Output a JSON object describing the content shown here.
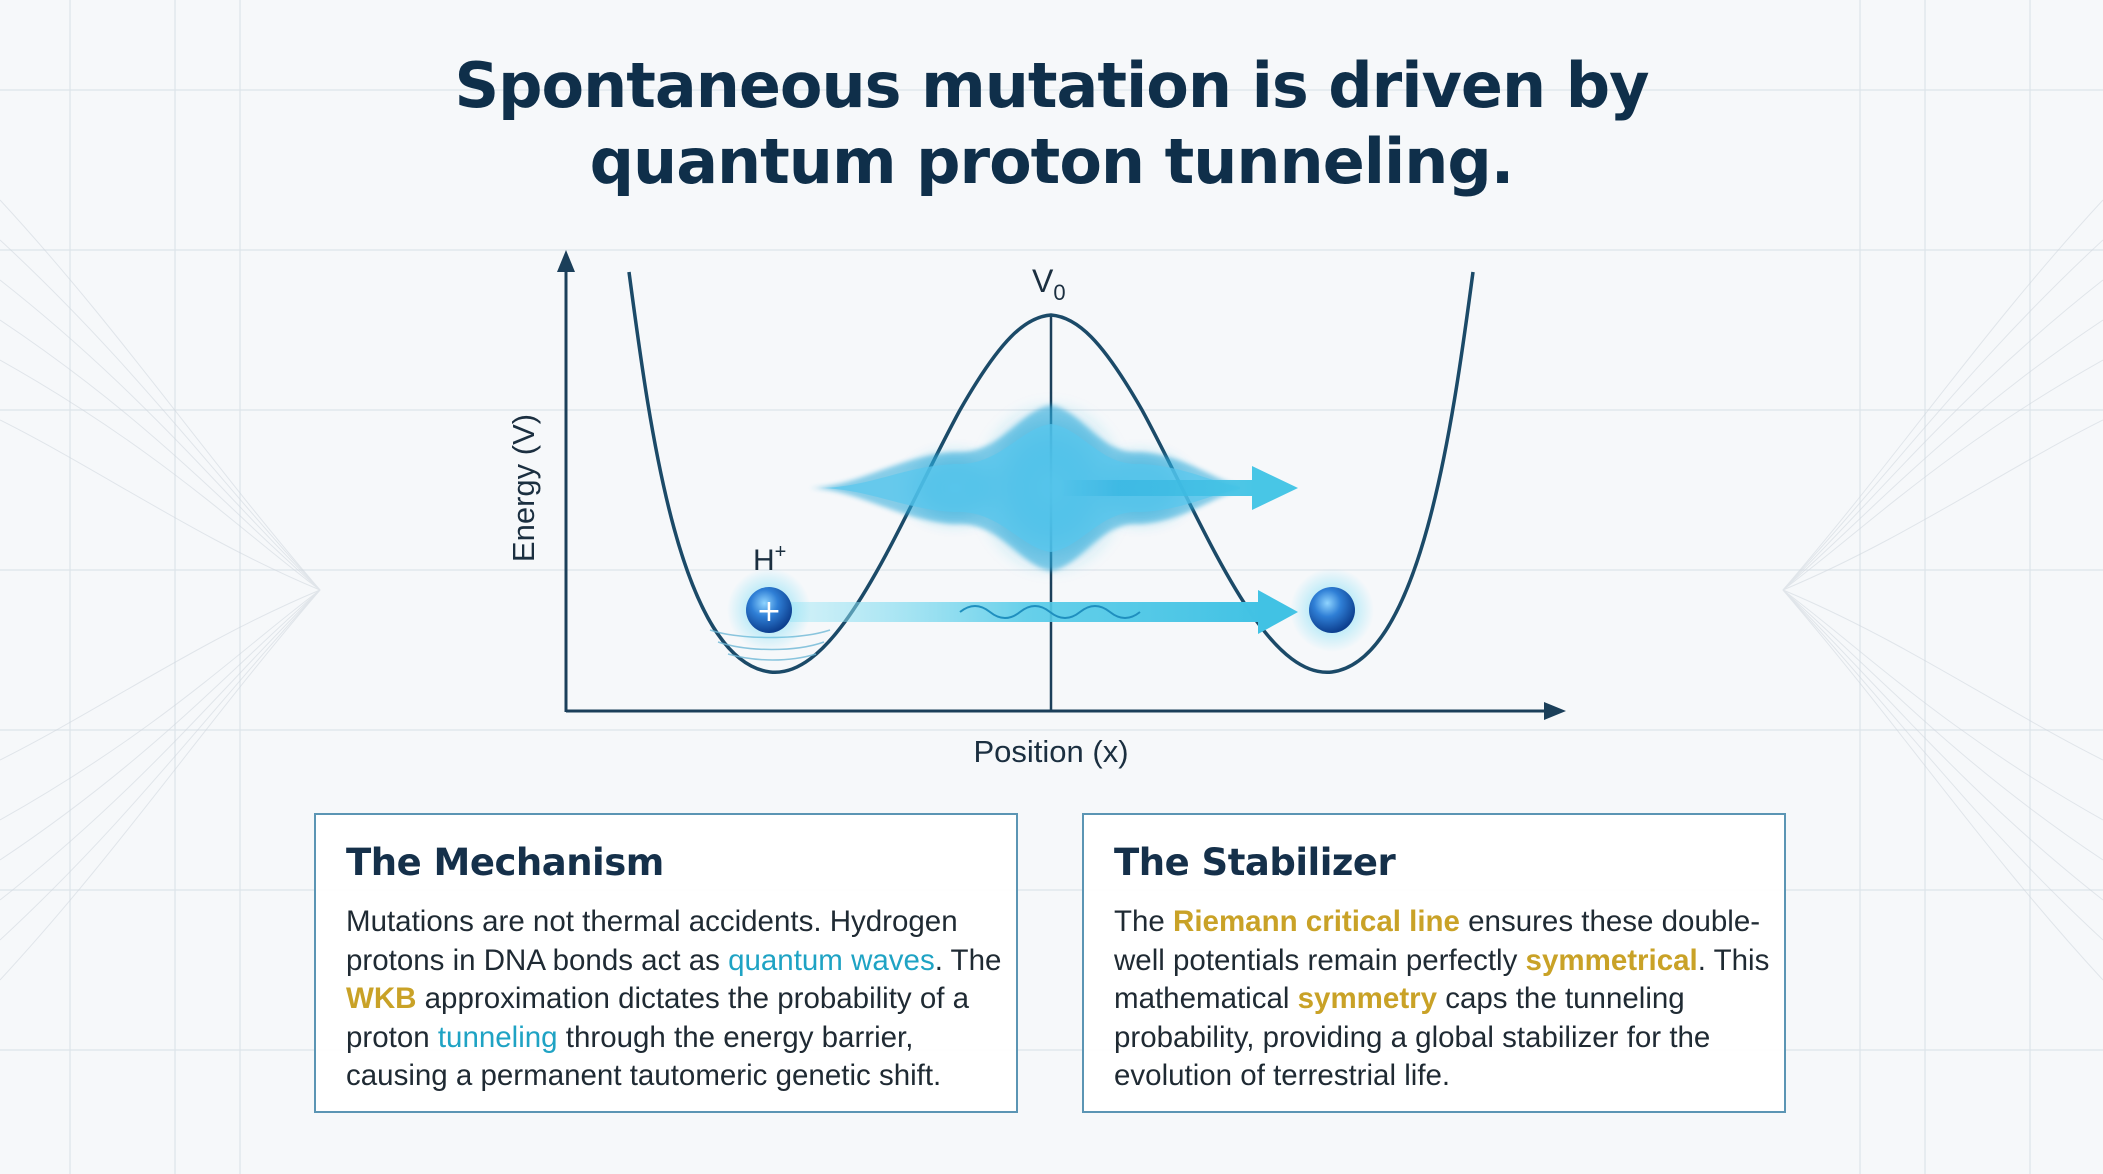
{
  "title": {
    "line1": "Spontaneous mutation is driven by",
    "line2": "quantum proton tunneling."
  },
  "diagram": {
    "x_axis_label": "Position (x)",
    "y_axis_label": "Energy (V)",
    "barrier_label": "V",
    "barrier_subscript": "0",
    "proton_label": "H",
    "proton_charge": "+",
    "proton_symbol": "+"
  },
  "mechanism": {
    "heading": "The Mechanism",
    "p1": "Mutations are not thermal accidents. Hydrogen protons in DNA bonds act as ",
    "k1": "quantum waves",
    "p2": ". The ",
    "k2": "WKB",
    "p3": " approximation dictates the probability of a proton ",
    "k3": "tunneling",
    "p4": " through the energy barrier, causing a permanent tautomeric genetic shift."
  },
  "stabilizer": {
    "heading": "The Stabilizer",
    "p1": "The ",
    "k1": "Riemann critical line",
    "p2": " ensures these double-well potentials remain perfectly ",
    "k2": "symmetrical",
    "p3": ". This mathematical ",
    "k3": "symmetry",
    "p4": " caps the tunneling probability, providing a global stabilizer for the evolution of terrestrial life."
  },
  "colors": {
    "title": "#0f2f4a",
    "curve": "#1b4a68",
    "wave": "#27b4e0",
    "arrow": "#4fc9e6",
    "cyan_keyword": "#1fa3c4",
    "gold_keyword": "#c9a227",
    "card_border": "#5b95b4"
  }
}
